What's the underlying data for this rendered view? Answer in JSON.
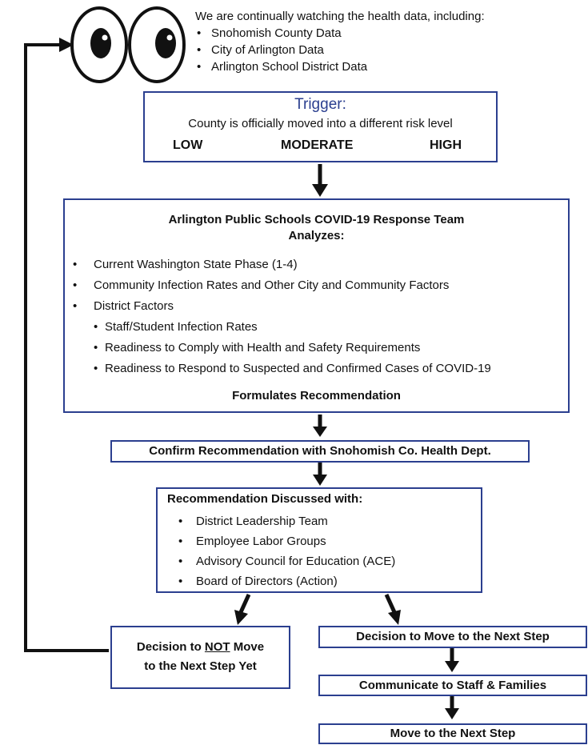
{
  "monitoring": {
    "intro": "We are continually watching the health data, including:",
    "sources": [
      "Snohomish County Data",
      "City of Arlington Data",
      "Arlington School District Data"
    ]
  },
  "trigger": {
    "title": "Trigger:",
    "description": "County is officially moved into a different risk level",
    "levels": [
      "LOW",
      "MODERATE",
      "HIGH"
    ]
  },
  "response_team": {
    "title": "Arlington Public Schools COVID-19 Response Team",
    "subtitle": "Analyzes:",
    "items": [
      "Current Washington State Phase (1-4)",
      "Community Infection Rates and Other City and Community Factors",
      "District Factors"
    ],
    "district_factors": [
      "Staff/Student Infection Rates",
      "Readiness to Comply with Health and Safety Requirements",
      "Readiness to Respond to Suspected and Confirmed Cases of COVID-19"
    ],
    "footer": "Formulates Recommendation"
  },
  "confirm": {
    "label": "Confirm Recommendation with Snohomish Co. Health Dept."
  },
  "discussion": {
    "title": "Recommendation Discussed with:",
    "items": [
      "District Leadership Team",
      "Employee Labor Groups",
      "Advisory Council for Education (ACE)",
      "Board of Directors (Action)"
    ]
  },
  "decision_no": {
    "line1_pre": "Decision to ",
    "line1_not": "NOT",
    "line1_post": " Move",
    "line2": "to the Next Step Yet"
  },
  "decision_yes": {
    "label": "Decision to Move to the Next Step"
  },
  "communicate": {
    "label": "Communicate to Staff & Families"
  },
  "move": {
    "label": "Move to the Next Step"
  },
  "colors": {
    "box_border": "#2b3f8f",
    "trigger_title": "#2b3f8f",
    "arrow": "#111111"
  }
}
